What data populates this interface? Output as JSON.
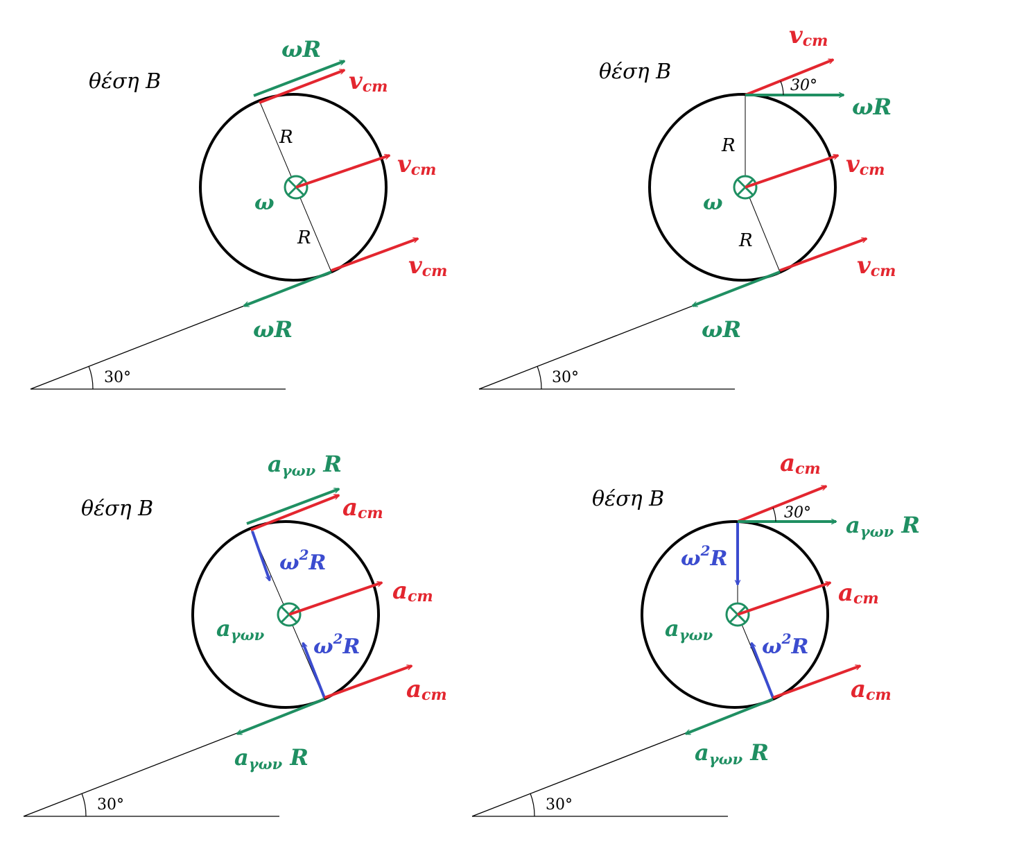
{
  "colors": {
    "velocity": "#e3262f",
    "rotation": "#1f8f62",
    "centripetal": "#3b4ccf",
    "line": "#000000"
  },
  "panels": [
    {
      "id": "tl",
      "position_label": "θέση Β",
      "angle_label": "30°",
      "center_symbol": "ω",
      "radius_label_top": "R",
      "radius_label_bottom": "R",
      "top_rot_label": "ωR",
      "top_vel_label": "v",
      "top_vel_sub": "cm",
      "center_vel_label": "v",
      "center_vel_sub": "cm",
      "bottom_vel_label": "v",
      "bottom_vel_sub": "cm",
      "bottom_rot_label": "ωR"
    },
    {
      "id": "tr",
      "position_label": "θέση Β",
      "angle_label": "30°",
      "top_angle_label": "30°",
      "center_symbol": "ω",
      "radius_label_top": "R",
      "radius_label_bottom": "R",
      "top_rot_label": "ωR",
      "top_vel_label": "v",
      "top_vel_sub": "cm",
      "center_vel_label": "v",
      "center_vel_sub": "cm",
      "bottom_vel_label": "v",
      "bottom_vel_sub": "cm",
      "bottom_rot_label": "ωR"
    },
    {
      "id": "bl",
      "position_label": "θέση Β",
      "angle_label": "30°",
      "center_symbol": "a",
      "center_symbol_sub": "γων",
      "top_rot_label": "a",
      "top_rot_sub": "γων",
      "top_rot_suffix": " R",
      "top_acc_label": "a",
      "top_acc_sub": "cm",
      "center_acc_label": "a",
      "center_acc_sub": "cm",
      "bottom_acc_label": "a",
      "bottom_acc_sub": "cm",
      "bottom_rot_label": "a",
      "bottom_rot_sub": "γων",
      "bottom_rot_suffix": " R",
      "centripetal_top": "ω",
      "centripetal_top_sup": "2",
      "centripetal_top_suffix": "R",
      "centripetal_bottom": "ω",
      "centripetal_bottom_sup": "2",
      "centripetal_bottom_suffix": "R"
    },
    {
      "id": "br",
      "position_label": "θέση Β",
      "angle_label": "30°",
      "top_angle_label": "30°",
      "center_symbol": "a",
      "center_symbol_sub": "γων",
      "top_rot_label": "a",
      "top_rot_sub": "γων",
      "top_rot_suffix": " R",
      "top_acc_label": "a",
      "top_acc_sub": "cm",
      "center_acc_label": "a",
      "center_acc_sub": "cm",
      "bottom_acc_label": "a",
      "bottom_acc_sub": "cm",
      "bottom_rot_label": "a",
      "bottom_rot_sub": "γων",
      "bottom_rot_suffix": " R",
      "centripetal_top": "ω",
      "centripetal_top_sup": "2",
      "centripetal_top_suffix": "R",
      "centripetal_bottom": "ω",
      "centripetal_bottom_sup": "2",
      "centripetal_bottom_suffix": "R"
    }
  ]
}
